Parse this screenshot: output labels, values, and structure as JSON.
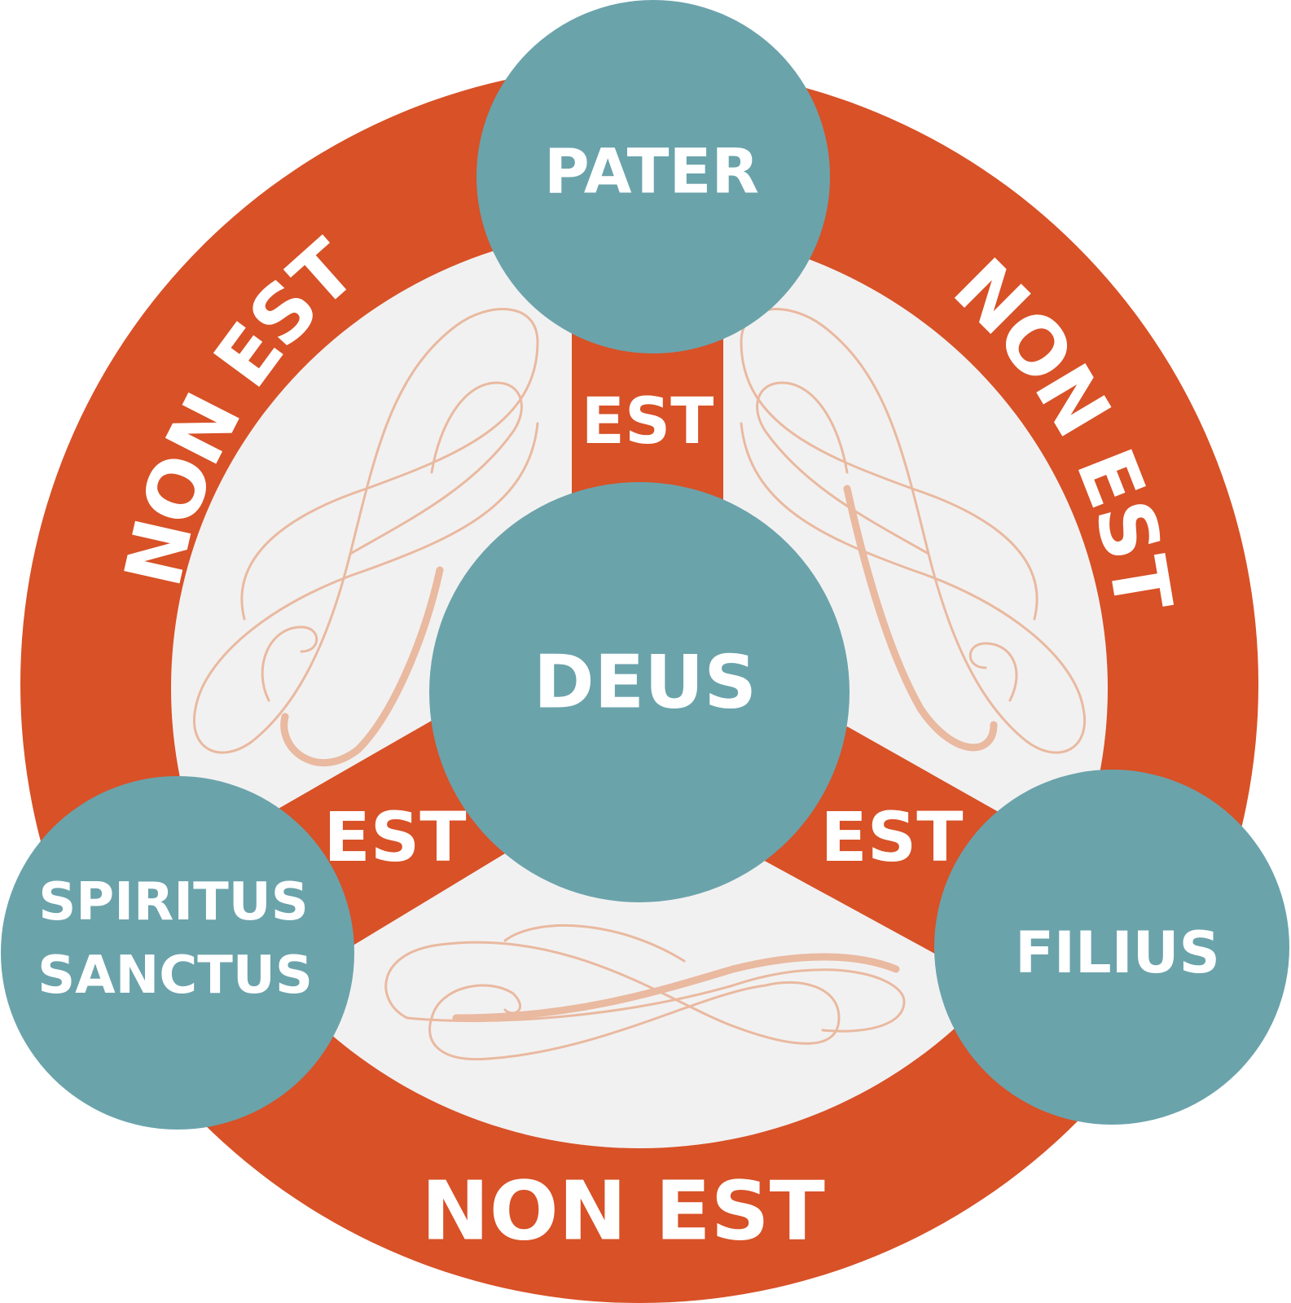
{
  "nodes": {
    "center": "DEUS",
    "top": "PATER",
    "right": "FILIUS",
    "left_line1": "SPIRITUS",
    "left_line2": "SANCTUS"
  },
  "links": {
    "inner": [
      "EST",
      "EST",
      "EST"
    ],
    "outer": [
      "NON EST",
      "NON EST",
      "NON EST"
    ]
  },
  "colors": {
    "ring": "#d85127",
    "inner_field": "#f2f1f1",
    "node": "#6ba3ab",
    "text": "#ffffff",
    "flourish": "#e9b9a0"
  }
}
